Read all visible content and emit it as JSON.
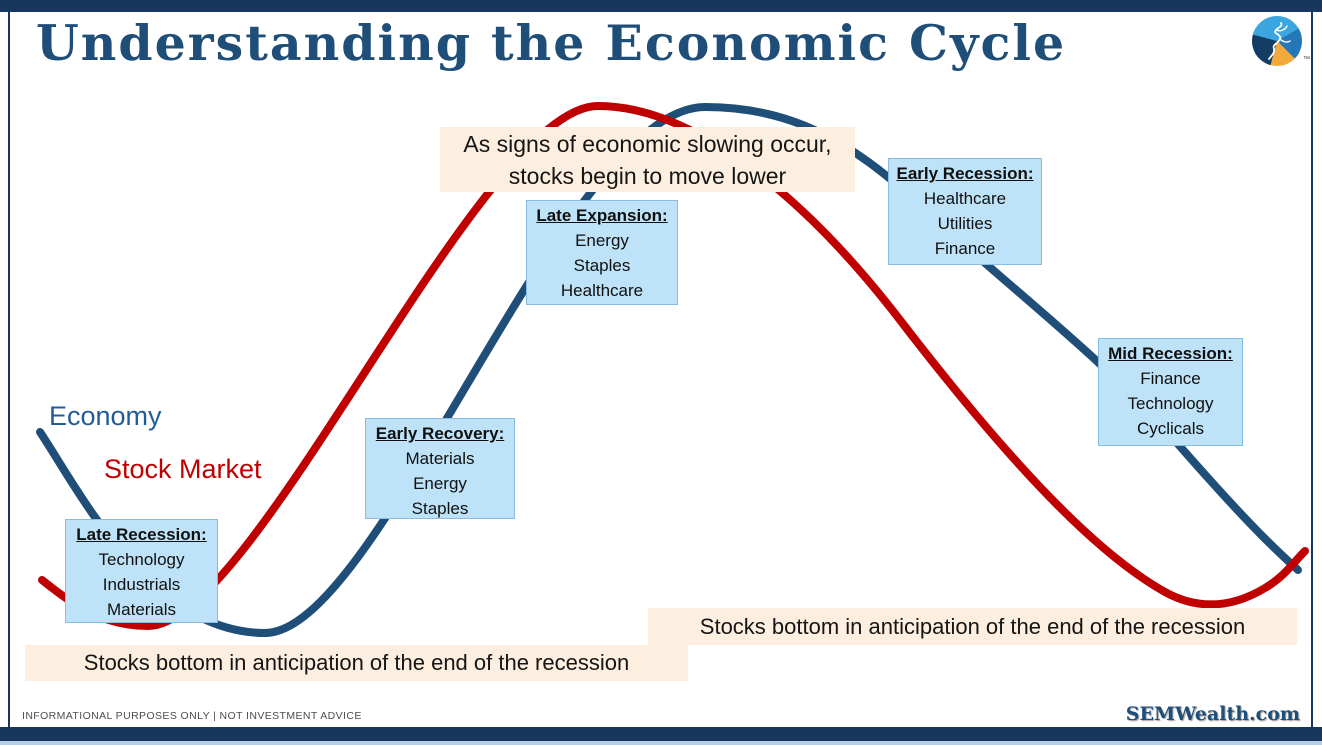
{
  "header": {
    "title": "Understanding the Economic Cycle",
    "logo": {
      "name": "sem-pie-logo",
      "tm": "™"
    }
  },
  "legend": {
    "economy_label": "Economy",
    "stock_market_label": "Stock Market"
  },
  "curves": [
    {
      "name": "Economy",
      "color": "#1F4E79",
      "shape": "sine-wave"
    },
    {
      "name": "Stock Market",
      "color": "#C00000",
      "shape": "sine-wave leading the economy"
    }
  ],
  "annotations": {
    "top": {
      "line1": "As signs of economic slowing occur,",
      "line2": "stocks begin to move lower"
    },
    "bottom_left": "Stocks bottom in anticipation of the end of the recession",
    "bottom_right": "Stocks bottom in anticipation of the end of the recession"
  },
  "phase_boxes": [
    {
      "id": "late-recession",
      "title": "Late Recession:",
      "items": [
        "Technology",
        "Industrials",
        "Materials"
      ]
    },
    {
      "id": "early-recovery",
      "title": "Early Recovery:",
      "items": [
        "Materials",
        "Energy",
        "Staples"
      ]
    },
    {
      "id": "late-expansion",
      "title": "Late Expansion:",
      "items": [
        "Energy",
        "Staples",
        "Healthcare"
      ]
    },
    {
      "id": "early-recession",
      "title": "Early Recession:",
      "items": [
        "Healthcare",
        "Utilities",
        "Finance"
      ]
    },
    {
      "id": "mid-recession",
      "title": "Mid Recession:",
      "items": [
        "Finance",
        "Technology",
        "Cyclicals"
      ]
    }
  ],
  "footer": {
    "disclaimer": "INFORMATIONAL PURPOSES ONLY | NOT INVESTMENT ADVICE",
    "website": "SEMWealth.com"
  },
  "colors": {
    "navy": "#1F4E79",
    "economy_blue": "#1F4E79",
    "stock_red": "#C00000",
    "box_fill": "#BEE3F8",
    "cream": "#FCEFDF",
    "frame": "#17375E"
  }
}
